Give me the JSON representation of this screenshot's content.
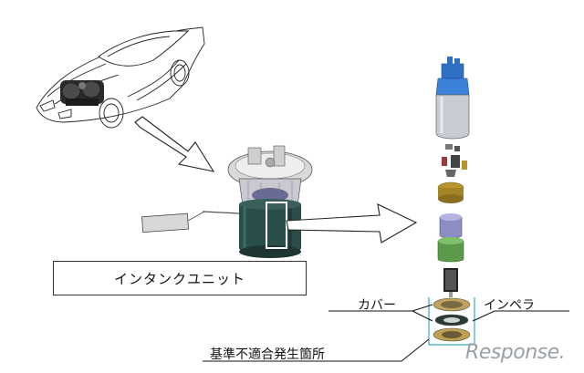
{
  "labels": {
    "unit": "インタンクユニット",
    "cover": "カバー",
    "impeller": "インペラ",
    "defect_location": "基準不適合発生箇所"
  },
  "watermark": "Response.",
  "colors": {
    "pump_blue": "#2f6fc4",
    "filter_green": "#5a9a4a",
    "module_body": "#2a4e4a",
    "gold_part": "#b8952e",
    "highlight_box": "#ffffff",
    "cyan_bracket": "#3aa6c8",
    "watermark_gray": "#9aa0a6"
  }
}
